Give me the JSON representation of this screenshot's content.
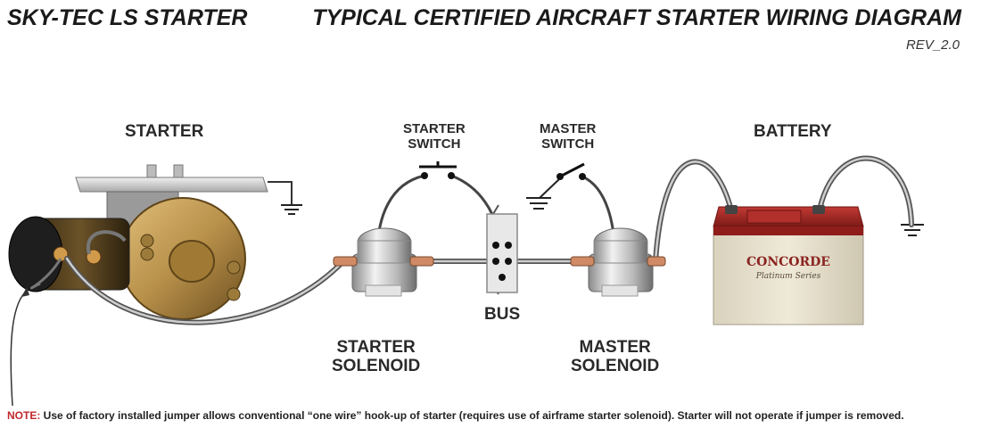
{
  "header": {
    "brand": "SKY-TEC LS STARTER",
    "title": "TYPICAL CERTIFIED AIRCRAFT STARTER WIRING DIAGRAM",
    "revision": "REV_2.0"
  },
  "labels": {
    "starter": "STARTER",
    "starter_switch_l1": "STARTER",
    "starter_switch_l2": "SWITCH",
    "master_switch_l1": "MASTER",
    "master_switch_l2": "SWITCH",
    "battery": "BATTERY",
    "bus": "BUS",
    "starter_solenoid_l1": "STARTER",
    "starter_solenoid_l2": "SOLENOID",
    "master_solenoid_l1": "MASTER",
    "master_solenoid_l2": "SOLENOID"
  },
  "battery_brand": "CONCORDE",
  "battery_series": "Platinum Series",
  "note": {
    "key": "NOTE:",
    "text": " Use of factory installed jumper allows conventional “one wire” hook-up of starter (requires use of airframe starter solenoid).  Starter will not operate if jumper is removed."
  },
  "colors": {
    "accent_red": "#c0282d",
    "brass": "#b8904a",
    "battery_lid": "#a8201f",
    "battery_body": "#e9e2cf"
  }
}
